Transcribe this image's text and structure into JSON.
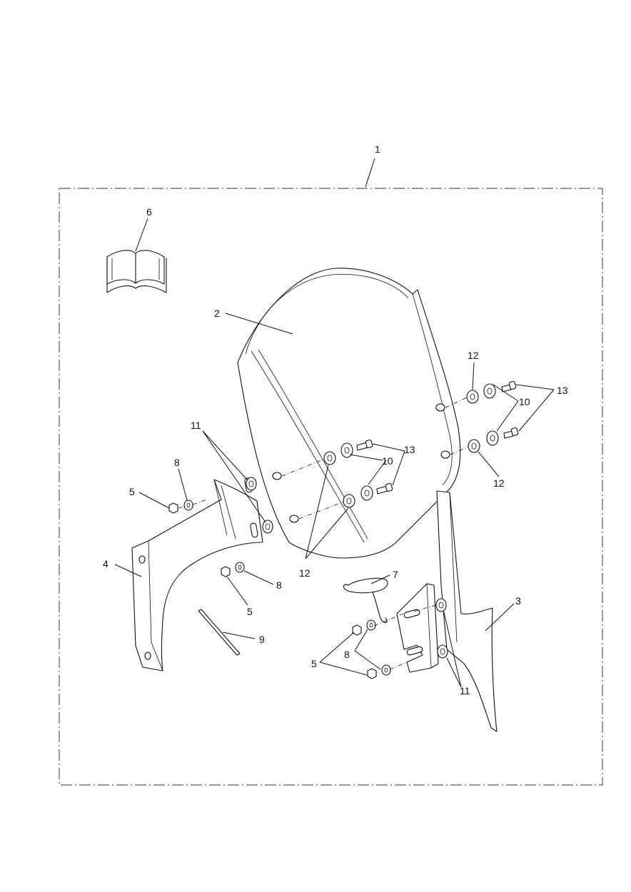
{
  "callouts": {
    "c1": "1",
    "c2": "2",
    "c3": "3",
    "c4": "4",
    "c5a": "5",
    "c5b": "5",
    "c5c": "5",
    "c6": "6",
    "c7": "7",
    "c8a": "8",
    "c8b": "8",
    "c8c": "8",
    "c9": "9",
    "c10a": "10",
    "c10b": "10",
    "c11a": "11",
    "c11b": "11",
    "c12a": "12",
    "c12b": "12",
    "c12c": "12",
    "c13a": "13",
    "c13b": "13"
  },
  "icons": {
    "manual": "open-book-icon"
  }
}
